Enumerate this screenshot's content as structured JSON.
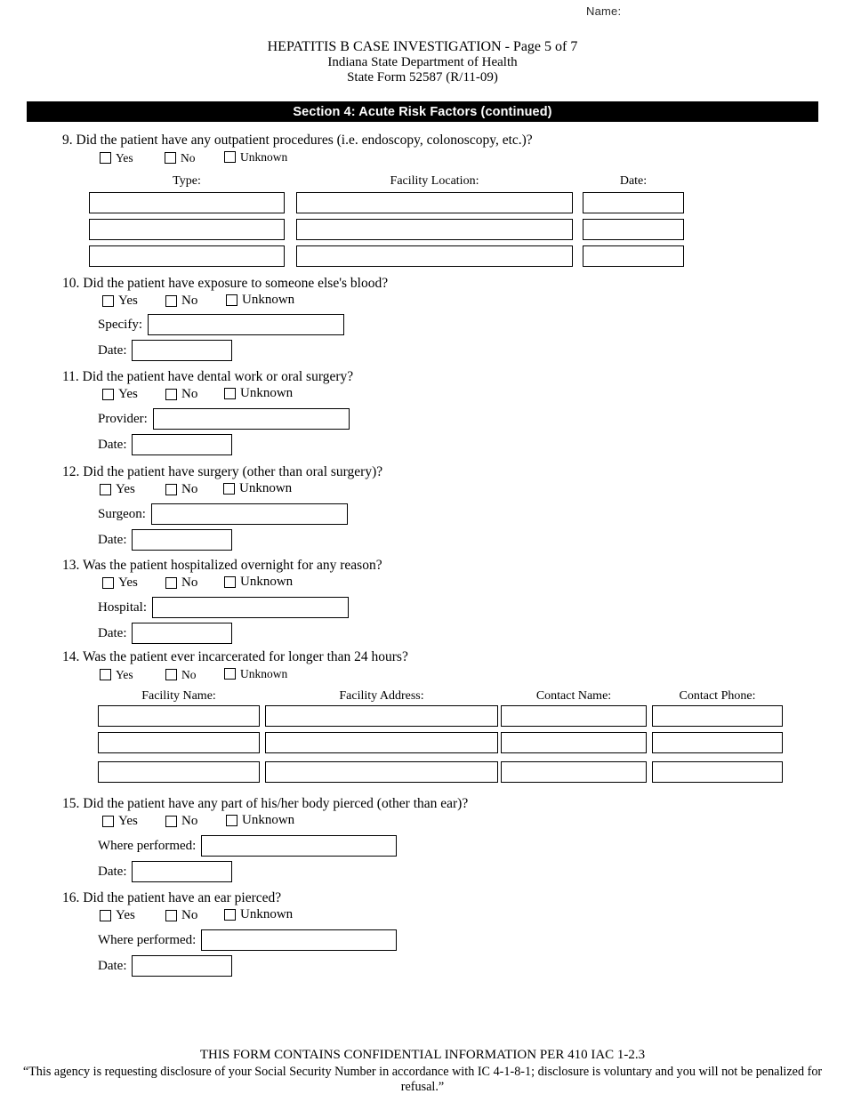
{
  "header": {
    "name_label": "Name:",
    "title_line_1": "HEPATITIS B CASE INVESTIGATION - Page 5 of 7",
    "title_line_2": "Indiana State Department of Health",
    "title_line_3": "State Form 52587 (R/11-09)",
    "section_bar": "Section 4: Acute Risk Factors (continued)"
  },
  "choice_labels": {
    "yes": "Yes",
    "no": "No",
    "unknown": "Unknown"
  },
  "questions": {
    "q9": {
      "text": "9. Did the patient have any outpatient procedures (i.e. endoscopy, colonoscopy, etc.)?",
      "columns": [
        "Type:",
        "Facility Location:",
        "Date:"
      ],
      "rows": [
        [
          "",
          "",
          ""
        ],
        [
          "",
          "",
          ""
        ],
        [
          "",
          "",
          ""
        ]
      ]
    },
    "q10": {
      "text": "10. Did the patient have exposure to someone else's blood?",
      "fields": [
        {
          "label": "Specify:",
          "value": ""
        },
        {
          "label": "Date:",
          "value": ""
        }
      ]
    },
    "q11": {
      "text": "11. Did the patient have dental work or oral surgery?",
      "fields": [
        {
          "label": "Provider:",
          "value": ""
        },
        {
          "label": "Date:",
          "value": ""
        }
      ]
    },
    "q12": {
      "text": "12. Did the patient have surgery (other than oral surgery)?",
      "fields": [
        {
          "label": "Surgeon:",
          "value": ""
        },
        {
          "label": "Date:",
          "value": ""
        }
      ]
    },
    "q13": {
      "text": "13. Was the patient hospitalized overnight for any reason?",
      "fields": [
        {
          "label": "Hospital:",
          "value": ""
        },
        {
          "label": "Date:",
          "value": ""
        }
      ]
    },
    "q14": {
      "text": "14. Was the patient ever incarcerated for longer than 24 hours?",
      "columns": [
        "Facility Name:",
        "Facility Address:",
        "Contact Name:",
        "Contact Phone:"
      ],
      "rows": [
        [
          "",
          "",
          "",
          ""
        ],
        [
          "",
          "",
          "",
          ""
        ],
        [
          "",
          "",
          "",
          ""
        ]
      ]
    },
    "q15": {
      "text": "15. Did the patient have any part of his/her body pierced (other than ear)?",
      "fields": [
        {
          "label": "Where performed:",
          "value": ""
        },
        {
          "label": "Date:",
          "value": ""
        }
      ]
    },
    "q16": {
      "text": "16. Did the patient have an ear pierced?",
      "fields": [
        {
          "label": "Where performed:",
          "value": ""
        },
        {
          "label": "Date:",
          "value": ""
        }
      ]
    }
  },
  "footer": {
    "line_1": "THIS FORM CONTAINS CONFIDENTIAL INFORMATION PER 410 IAC 1-2.3",
    "line_2": "“This agency is requesting disclosure of your Social Security Number in accordance with IC 4-1-8-1; disclosure is voluntary and you will not be penalized for refusal.”"
  },
  "colors": {
    "section_bar_background": "#000000",
    "section_bar_text": "#ffffff",
    "page_background": "#ffffff",
    "ink": "#000000"
  }
}
